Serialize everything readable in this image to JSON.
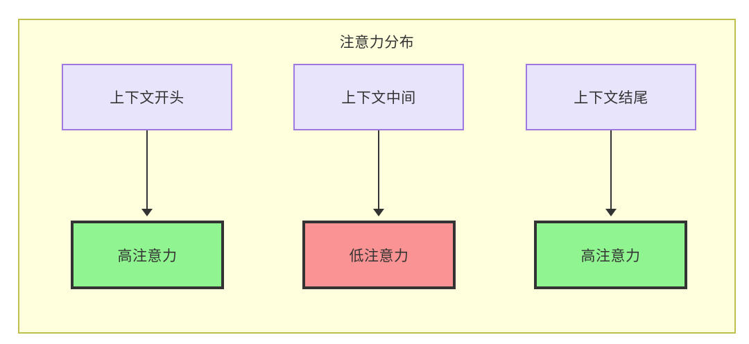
{
  "diagram": {
    "title": "注意力分布",
    "container_fill": "#ffffde",
    "container_border": "#bfbf4d",
    "columns": [
      {
        "source_label": "上下文开头",
        "target_label": "高注意力",
        "target_state": "high",
        "target_fill": "#90f490"
      },
      {
        "source_label": "上下文中间",
        "target_label": "低注意力",
        "target_state": "low",
        "target_fill": "#fa9393"
      },
      {
        "source_label": "上下文结尾",
        "target_label": "高注意力",
        "target_state": "high",
        "target_fill": "#90f490"
      }
    ],
    "context_node_fill": "#e8e4fc",
    "context_node_border": "#9d78e0",
    "attention_node_border": "#333333",
    "text_color": "#333333",
    "edge_color": "#333333"
  }
}
